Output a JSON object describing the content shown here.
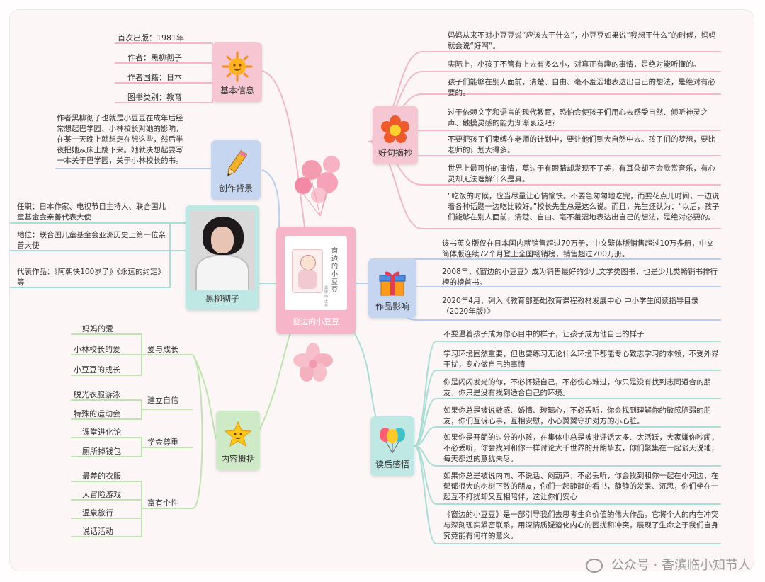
{
  "center": {
    "title": "窗边的小豆豆",
    "cover_title": "窗边的小豆豆",
    "cover_author": "黑柳彻子 著"
  },
  "basic": {
    "label": "基本信息",
    "items": [
      "首次出版：1981年",
      "作者：黑柳彻子",
      "作者国籍：日本",
      "图书类别：教育"
    ]
  },
  "background": {
    "label": "创作背景",
    "text": "作者黑柳彻子也就是小豆豆在成年后经常想起巴学园、小林校长对她的影响，在某一天晚上就想走在想这些，然后半夜把她从床上跳下来。她就决想起要写一本关于巴学园，关于小林校长的书。"
  },
  "author": {
    "label": "黑柳彻子",
    "items": [
      "任职：日本作家、电视节目主持人、联合国儿童基金会亲善代表大使",
      "地位：联合国儿童基金会亚洲历史上第一位亲善大使",
      "代表作品：《阿朝快100岁了》《永远的约定》等"
    ]
  },
  "content": {
    "label": "内容概括",
    "groups": [
      {
        "title": "爱与成长",
        "items": [
          "妈妈的爱",
          "小林校长的爱",
          "小豆豆的成长"
        ]
      },
      {
        "title": "建立自信",
        "items": [
          "脱光衣服游泳",
          "特殊的运动会"
        ]
      },
      {
        "title": "学会尊重",
        "items": [
          "课堂进化论",
          "厕所掉钱包"
        ]
      },
      {
        "title": "富有个性",
        "items": [
          "最差的衣服",
          "大冒险游戏",
          "温泉旅行",
          "说话活动"
        ]
      }
    ]
  },
  "quotes": {
    "label": "好句摘抄",
    "items": [
      "妈妈从来不对小豆豆说“应该去干什么”，小豆豆如果说“我想干什么”的时候，妈妈就会说“好啊”。",
      "实际上，小孩子不管有上去有多么小，对真正有趣的事情，是绝对能听懂的。",
      "孩子们能够在别人面前，清楚、自由、毫不羞涩地表达出自己的想法，是绝对有必要的。",
      "过于依赖文字和语言的现代教育，恐怕会使孩子们用心去感受自然、倾听神灵之声、触摸灵感的能力渐渐衰退吧？",
      "不要把孩子们束缚在老师的计划中，要让他们到大自然中去。孩子们的梦想，要比老师的计划大得多。",
      "世界上最可怕的事情，莫过于有眼睛却发现不了美，有耳朵却不会欣赏音乐，有心灵却无法理解什么是真。",
      "“吃饭的时候，应当尽量让心情愉快。不要急匆匆地吃完，而要花点儿时间，一边说着各种话题一边吃比较好。”校长先生总是这么说。而且，先生还认为：“以后，孩子们能够在别人面前，清楚、自由、毫不羞涩地表达出自己的想法，是绝对必要的。"
    ]
  },
  "impact": {
    "label": "作品影响",
    "items": [
      "该书英文版仅在日本国内就销售超过70万册，中文繁体版销售超过10万多册，中文简体版连续72个月登上全国畅销榜，销售超过200万册。",
      "2008年，《窗边的小豆豆》成为销售最好的少儿文学类图书，也是少儿类畅销书排行榜的榜首书。",
      "2020年4月，列入《教育部基础教育课程教材发展中心 中小学生阅读指导目录（2020年版）》"
    ]
  },
  "reflection": {
    "label": "读后感悟",
    "items": [
      "不要逼着孩子成为你心目中的样子，让孩子成为他自己的样子",
      "学习环境固然重要，但也要练习无论什么环境下都能专心致志学习的本领，不受外界干扰，专心做自己的事情",
      "你是闪闪发光的你，不必怀疑自己，不必伤心难过，你只是没有找到志同道合的朋友，你只是没有找到适合自己的环境。",
      "如果你总是被说敏感、娇情、玻璃心，不必丢听，你会找到理解你的敏感脆弱的朋友，你们互诉心事，互相安慰，小心翼翼守护对方的小心脏。",
      "如果你是开朗的过分的小孩，在集体中总是被批评话太多、太活跃，大家嫌你吵闹，不必丢听，你会找到和你一样讨论大千世界的开朗挚友，你们聚集在一起谈天说地，每天都过的意犹未尽。",
      "如果你总是被说内向、不说话、闷葫芦，不必丢听，你会找到和你一起在小河边，在郁郁很大的树树下散的朋友，你们一起静静的看书，静静的发呆、沉思，你们坐在一起互不打扰却又互相陪伴，这让你们安心",
      "《窗边的小豆豆》是一部引导我们去思考生命价值的伟大作品。它将个人的内在冲突与深刻现实紧密联系，用深情质疑溶化内心的困扰和冲突，展现了生命之于我们自身究竟能有何样的意义。"
    ]
  },
  "watermark": "公众号 · 香滨临小知节人",
  "colors": {
    "pink": "#f7c6d3",
    "blue": "#c6d6f0",
    "teal": "#bfe7e4",
    "green": "#cfeac6",
    "center": "#f6b5c8"
  }
}
